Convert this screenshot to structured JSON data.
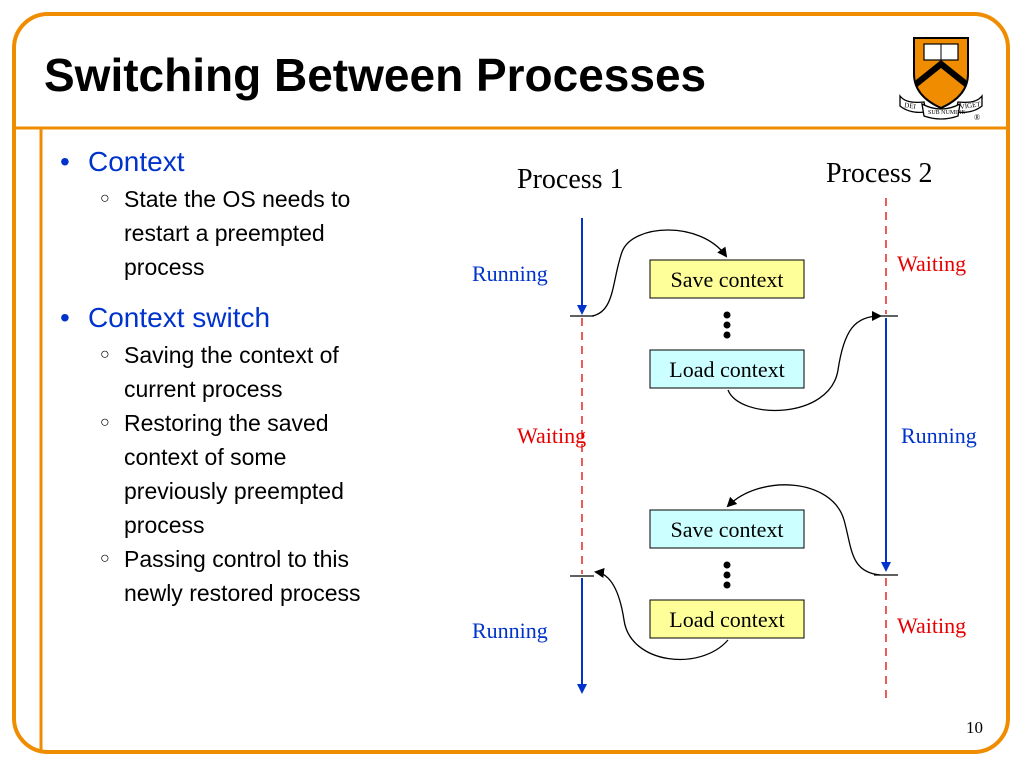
{
  "title": "Switching Between Processes",
  "page_number": "10",
  "logo": {
    "name": "princeton-shield-logo",
    "motto": [
      "DEI",
      "SUB NUMINE",
      "VIGET"
    ],
    "registered": "®"
  },
  "bullets": {
    "context": {
      "label": "Context",
      "items": [
        "State the OS needs to",
        "restart a preempted",
        "process"
      ]
    },
    "context_switch": {
      "label": "Context switch",
      "items": [
        [
          "Saving the context of",
          "current process"
        ],
        [
          "Restoring the saved",
          "context of some",
          "previously preempted",
          "process"
        ],
        [
          "Passing control to this",
          "newly restored process"
        ]
      ]
    }
  },
  "diagram": {
    "process1_label": "Process 1",
    "process2_label": "Process 2",
    "p1_states": [
      "Running",
      "Waiting",
      "Running"
    ],
    "p2_states": [
      "Waiting",
      "Running",
      "Waiting"
    ],
    "boxes": [
      "Save context",
      "Load context",
      "Save context",
      "Load context"
    ],
    "colors": {
      "running": "#0033cc",
      "waiting": "#e60000",
      "save_box": "#ffff99",
      "load_box": "#ccffff",
      "frame": "#f08c00"
    }
  }
}
